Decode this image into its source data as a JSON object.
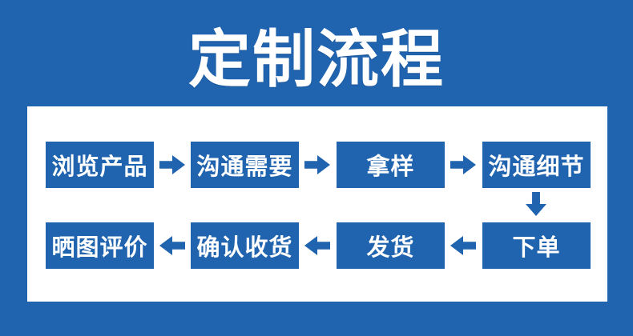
{
  "page": {
    "title": "定制流程"
  },
  "colors": {
    "brand_blue": "#2063ae",
    "panel_bg": "#ffffff",
    "text_on_blue": "#ffffff"
  },
  "flow": {
    "row1": [
      "浏览产品",
      "沟通需要",
      "拿样",
      "沟通细节"
    ],
    "row2": [
      "晒图评价",
      "确认收货",
      "发货",
      "下单"
    ]
  }
}
